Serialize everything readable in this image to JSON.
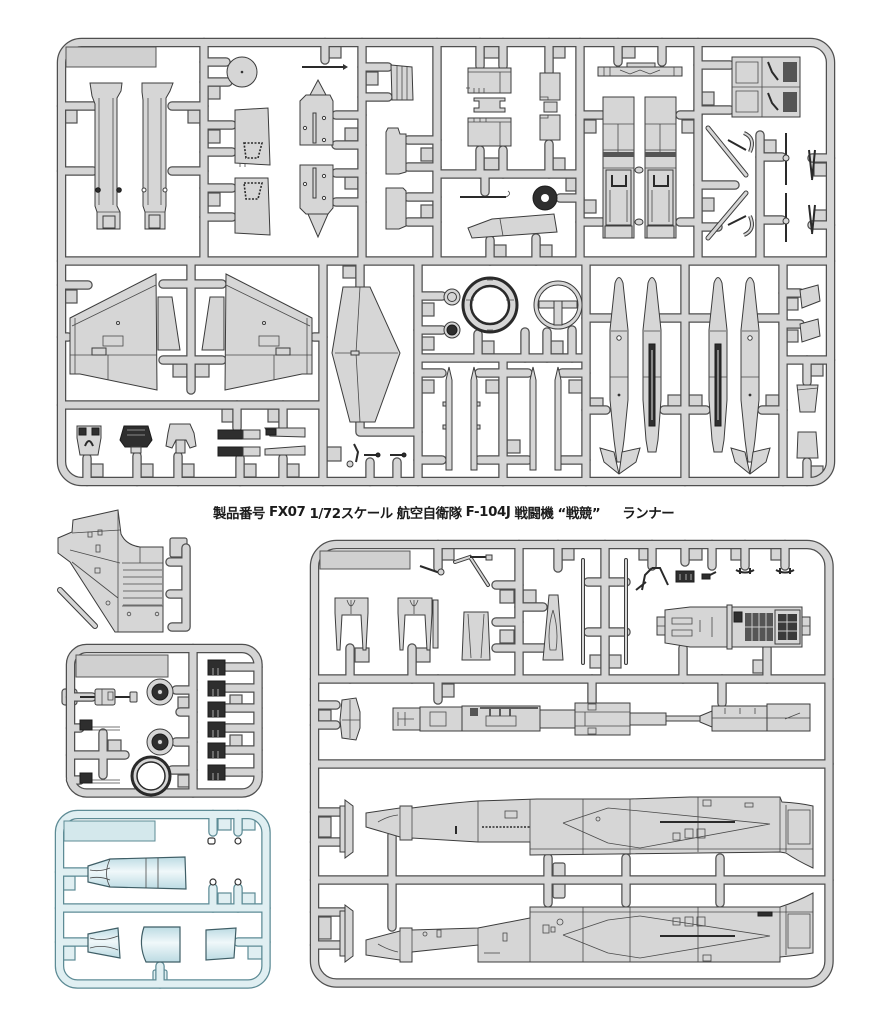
{
  "title": {
    "product_number_label": "製品番号",
    "product_code": "FX07",
    "scale": "1/72スケール",
    "service": "航空自衛隊",
    "aircraft": "F-104J",
    "type": "戦闘機",
    "nickname": "“戦競”",
    "suffix": "ランナー"
  },
  "colors": {
    "background": "#ffffff",
    "runner_gray": "#d5d5d5",
    "runner_outline": "#4f4f4f",
    "part_gray": "#d6d6d6",
    "clear_runner": "#e0eff2",
    "clear_outline": "#5d8b95"
  },
  "runners": [
    {
      "position": "top",
      "color": "gray",
      "parts": [
        "intake-trunk-left",
        "intake-trunk-right",
        "wheel-disc",
        "pitot-rod",
        "wheel-well-left",
        "wheel-well-right",
        "tail-cone-upper",
        "tail-cone-lower",
        "nozzle-ring",
        "air-brake-left",
        "air-brake-right",
        "landing-gear-doors",
        "black-ring",
        "wing-fence",
        "cockpit-sill",
        "ejection-seat-left",
        "ejection-seat-right",
        "cockpit-tub",
        "gear-struts",
        "wing-left",
        "wing-right",
        "vertical-fin",
        "instrument-panel",
        "console",
        "control-stick-base",
        "side-consoles",
        "wheel-hub-small",
        "intake-ring",
        "nozzle-face",
        "sidewinder-missile-x4",
        "drop-tank-x4",
        "tip-fins",
        "stabilizer-tips"
      ]
    },
    {
      "position": "loose-left",
      "color": "gray",
      "parts": [
        "rear-fuselage-spine"
      ]
    },
    {
      "position": "middle-left",
      "color": "gray",
      "parts": [
        "nose-gear-bracket",
        "main-wheel-left",
        "main-wheel-right",
        "nose-wheel-ring",
        "antenna-left",
        "antenna-right",
        "pylon-clip-x6"
      ]
    },
    {
      "position": "bottom-left",
      "color": "clear",
      "parts": [
        "canopy-main",
        "windscreen",
        "canopy-center",
        "canopy-rear",
        "clear-lights-x4"
      ]
    },
    {
      "position": "bottom-right",
      "color": "gray",
      "parts": [
        "flap-left",
        "flap-right",
        "speed-brake",
        "canopy-frame",
        "long-antenna-rod-x2",
        "gear-links",
        "cockpit-side-panel",
        "seat-bulkhead",
        "engine-intake-assembly",
        "fuselage-half-upper",
        "fuselage-half-lower",
        "pitot-base-x2"
      ]
    }
  ]
}
